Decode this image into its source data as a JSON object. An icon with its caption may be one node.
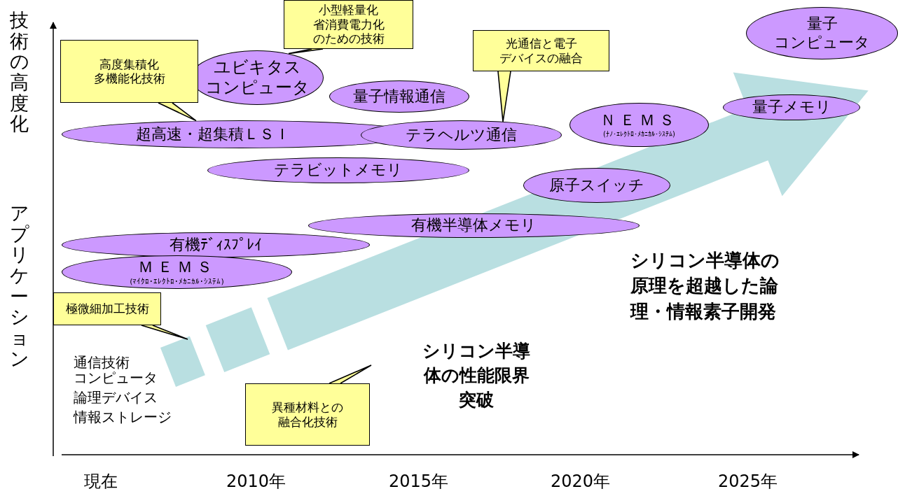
{
  "diagram": {
    "nodes": [
      {
        "text": [
          "ユビキタスコンピュータ"
        ]
      },
      {
        "text": [
          "量子情報通信"
        ]
      },
      {
        "text": [
          "超高速・超集積ＬＳＩ"
        ]
      },
      {
        "text": [
          "テラヘルツ通信"
        ]
      },
      {
        "text": [
          "ＮＥＭＳ",
          "(ﾅﾉ･ｴﾚｸﾄﾛ･ﾒｶﾆｶﾙ･ｼｽﾃﾑ)"
        ]
      },
      {
        "text": [
          "量子コンピュータ"
        ]
      },
      {
        "text": [
          "量子メモリ"
        ]
      },
      {
        "text": [
          "テラビットメモリ"
        ]
      },
      {
        "text": [
          "原子スイッチ"
        ]
      },
      {
        "text": [
          "有機半導体メモリ"
        ]
      },
      {
        "text": [
          "有機ﾃﾞｨｽﾌﾟﾚｲ"
        ]
      },
      {
        "text": [
          "ＭＥＭＳ",
          "(ﾏｲｸﾛ･ｴﾚｸﾄﾛ･ﾒｶﾆｶﾙ･ｼｽﾃﾑ)"
        ]
      },
      {
        "text": [
          "高度集積化多機能化技術"
        ]
      },
      {
        "text": [
          "小型軽量化省消費電力化のための技術"
        ]
      },
      {
        "text": [
          "光通信と電子デバイスの融合"
        ]
      },
      {
        "text": [
          "極微細加工技術"
        ]
      },
      {
        "text": [
          "異種材料との融合化技術"
        ]
      }
    ],
    "edges": [
      {
        "from": 12,
        "to": 2,
        "arrow": "none"
      },
      {
        "from": 13,
        "to": 0,
        "arrow": "none"
      },
      {
        "from": 14,
        "to": 3,
        "arrow": "none"
      }
    ],
    "labels": [
      "技術の高度化",
      "アプリケーション",
      "通信技術",
      "コンピュータ",
      "論理デバイス",
      "情報ストレージ",
      "シリコン半導体の性能限界突破",
      "シリコン半導体の原理を超越した論理・情報素子開発",
      "現在",
      "2010年",
      "2015年",
      "2020年",
      "2025年"
    ]
  }
}
